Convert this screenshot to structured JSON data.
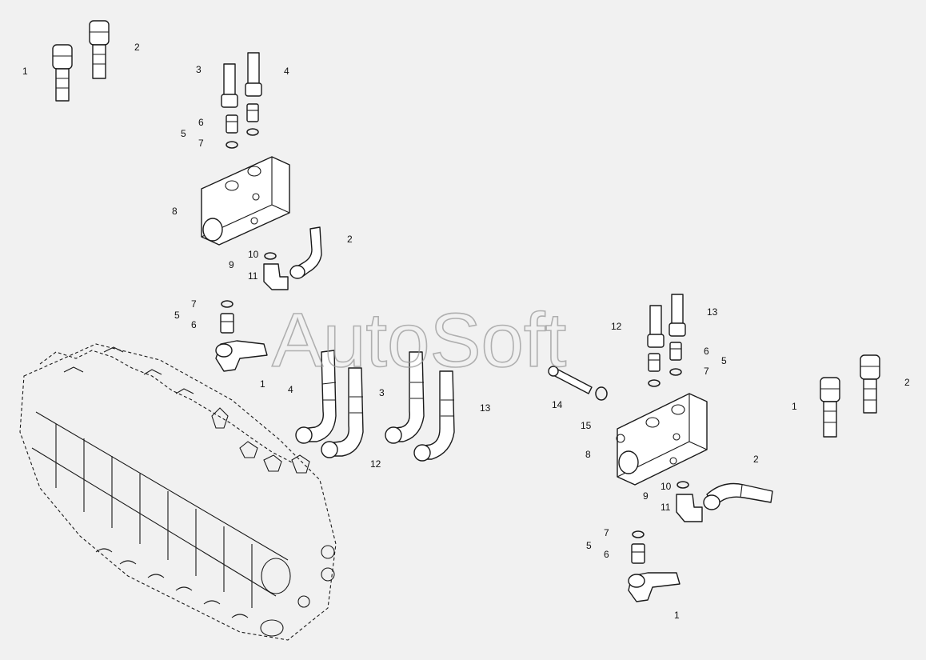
{
  "watermark": "AutoSoft",
  "callouts": [
    {
      "text": "1"
    },
    {
      "text": "2"
    },
    {
      "text": "3"
    },
    {
      "text": "4"
    },
    {
      "text": "5"
    },
    {
      "text": "6"
    },
    {
      "text": "7"
    },
    {
      "text": "8"
    },
    {
      "text": "2"
    },
    {
      "text": "10"
    },
    {
      "text": "9"
    },
    {
      "text": "11"
    },
    {
      "text": "7"
    },
    {
      "text": "5"
    },
    {
      "text": "6"
    },
    {
      "text": "1"
    },
    {
      "text": "4"
    },
    {
      "text": "3"
    },
    {
      "text": "12"
    },
    {
      "text": "13"
    },
    {
      "text": "12"
    },
    {
      "text": "13"
    },
    {
      "text": "6"
    },
    {
      "text": "5"
    },
    {
      "text": "7"
    },
    {
      "text": "14"
    },
    {
      "text": "15"
    },
    {
      "text": "1"
    },
    {
      "text": "2"
    },
    {
      "text": "8"
    },
    {
      "text": "2"
    },
    {
      "text": "10"
    },
    {
      "text": "9"
    },
    {
      "text": "11"
    },
    {
      "text": "7"
    },
    {
      "text": "5"
    },
    {
      "text": "6"
    },
    {
      "text": "1"
    }
  ]
}
